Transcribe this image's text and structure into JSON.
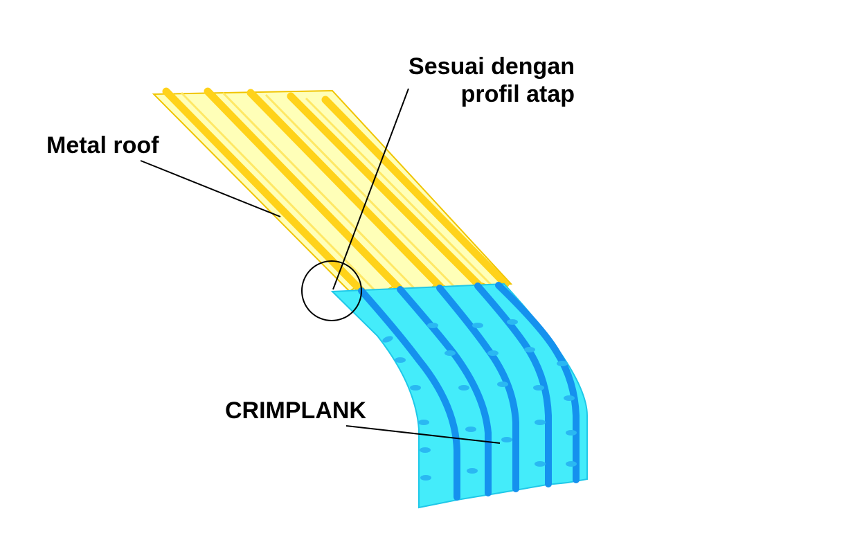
{
  "labels": {
    "metal_roof": "Metal roof",
    "sesuai_line1": "Sesuai dengan",
    "sesuai_line2": "profil atap",
    "crimplank": "CRIMPLANK"
  },
  "colors": {
    "roof_fill": "#ffffb8",
    "roof_ridge": "#ffd21a",
    "roof_outline": "#f0c400",
    "crimp_fill": "#44ecfa",
    "crimp_rib": "#1591ee",
    "crimp_marks": "#2ab8f2",
    "line": "#000000"
  },
  "ribs": 5
}
